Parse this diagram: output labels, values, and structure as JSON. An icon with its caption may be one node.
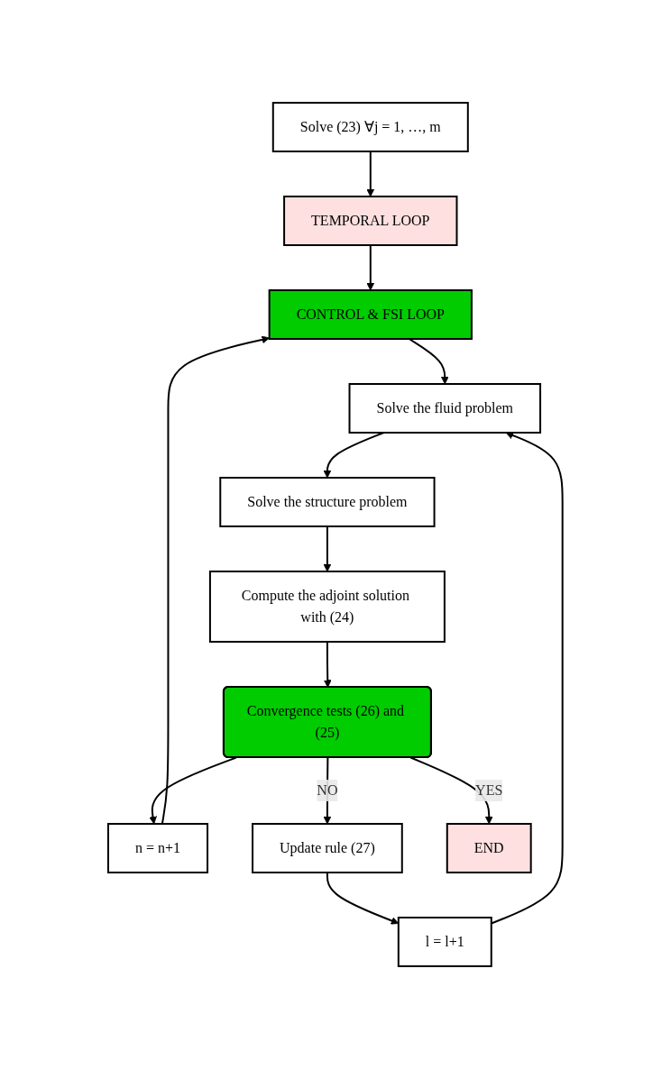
{
  "diagram": {
    "nodes": [
      {
        "text": [
          "Solve (23) ∀j = 1, …, m"
        ]
      },
      {
        "text": [
          "TEMPORAL LOOP"
        ]
      },
      {
        "text": [
          "CONTROL & FSI LOOP"
        ]
      },
      {
        "text": [
          "n = n+1"
        ]
      },
      {
        "text": [
          "Solve the fluid problem"
        ]
      },
      {
        "text": [
          "l = l+1"
        ]
      },
      {
        "text": [
          "Solve the structure problem"
        ]
      },
      {
        "text": [
          "Update rule (27)"
        ]
      },
      {
        "text": [
          "Compute the adjoint solution with (24)"
        ]
      },
      {
        "text": [
          "Convergence tests (26) and (25)"
        ]
      },
      {
        "text": [
          "END"
        ]
      }
    ],
    "edges": [
      {
        "from": 0,
        "to": 1,
        "arrow": "to"
      },
      {
        "from": 1,
        "to": 2,
        "arrow": "to"
      },
      {
        "from": 3,
        "to": 2,
        "arrow": "to"
      },
      {
        "from": 2,
        "to": 4,
        "arrow": "to"
      },
      {
        "from": 5,
        "to": 4,
        "arrow": "to"
      },
      {
        "from": 4,
        "to": 6,
        "arrow": "to"
      },
      {
        "from": 6,
        "to": 8,
        "arrow": "to"
      },
      {
        "from": 8,
        "to": 9,
        "arrow": "to"
      },
      {
        "from": 9,
        "to": 7,
        "label": "NO",
        "arrow": "to"
      },
      {
        "from": 7,
        "to": 5,
        "arrow": "to"
      },
      {
        "from": 9,
        "to": 10,
        "label": "YES",
        "arrow": "to"
      },
      {
        "from": 9,
        "to": 3,
        "arrow": "to"
      }
    ]
  }
}
